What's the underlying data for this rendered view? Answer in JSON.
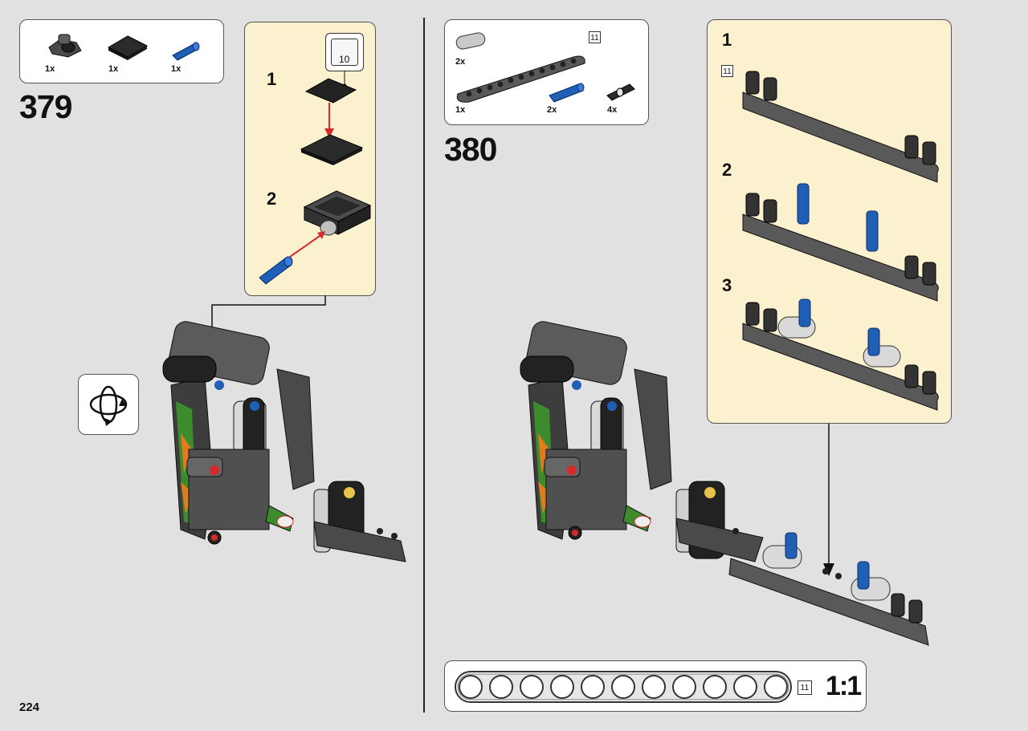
{
  "page_number": "224",
  "step_379": {
    "number": "379",
    "parts": [
      {
        "qty": "1x",
        "name": "pin-connector-part"
      },
      {
        "qty": "1x",
        "name": "black-tile-part"
      },
      {
        "qty": "1x",
        "name": "blue-axle-pin-part"
      }
    ],
    "substeps": [
      "1",
      "2"
    ],
    "sticker_number": "10"
  },
  "step_380": {
    "number": "380",
    "parts": [
      {
        "qty": "2x",
        "name": "light-gray-beam-3-part"
      },
      {
        "qty": "1x",
        "name": "dark-gray-beam-11-part",
        "length": "11"
      },
      {
        "qty": "2x",
        "name": "blue-axle-pin-part"
      },
      {
        "qty": "4x",
        "name": "black-friction-pin-part"
      }
    ],
    "substeps": [
      "1",
      "2",
      "3"
    ],
    "substep_length": "11",
    "scale_length": "11",
    "scale_ratio": "1:1",
    "scale_holes": 11
  },
  "colors": {
    "background": "#e1e1e1",
    "callout": "#fbf1cf",
    "dark_gray": "#5b5b5b",
    "blue": "#1f5fb5",
    "arrow_red": "#d42a2a"
  }
}
